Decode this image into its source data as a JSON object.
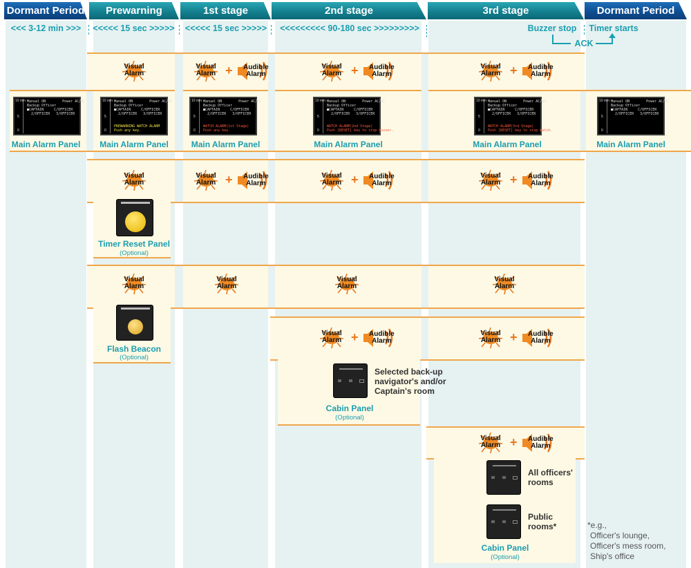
{
  "headers": [
    "Dormant Period",
    "Prewarning",
    "1st stage",
    "2nd stage",
    "3rd stage",
    "Dormant Period"
  ],
  "timings": [
    "<<< 3-12 min >>>",
    "<<<<< 15 sec >>>>>",
    "<<<<< 15 sec >>>>>",
    "<<<<<<<<<  90-180 sec  >>>>>>>>>"
  ],
  "buzzer_stop": "Buzzer stop",
  "timer_starts": "Timer starts",
  "ack": "ACK",
  "visual_alarm": [
    "Visual",
    "Alarm"
  ],
  "audible_alarm": [
    "Audible",
    "Alarm"
  ],
  "plus": "+",
  "main_alarm_panel": "Main Alarm Panel",
  "timer_reset_panel": "Timer Reset Panel",
  "flash_beacon": "Flash Beacon",
  "cabin_panel": "Cabin Panel",
  "optional": "(Optional)",
  "note_selected": [
    "Selected back-up",
    "navigator's and/or",
    "Captain's room"
  ],
  "note_officers": [
    "All officers'",
    "rooms"
  ],
  "note_public": [
    "Public",
    "rooms*"
  ],
  "footnote": [
    "*e.g.,",
    "Officer's lounge,",
    "Officer's mess room,",
    "Ship's office"
  ],
  "screen_text": {
    "top": "Manual ON        Power AC/DC",
    "backup": "Backup Officer",
    "captain": "■CAPTAIN     C/OFFICER",
    "officer": "  2/OFFICER   3/OFFICER",
    "scale_top": "10 min",
    "scale_mid": "5",
    "scale_bot": "0"
  },
  "screen_messages": {
    "prewarning": [
      "PREWARNING WATCH ALARM",
      "Push any key."
    ],
    "stage1": [
      "WATCH ALARM(1st Stage)",
      "Push any key."
    ],
    "stage2": [
      "WATCH ALARM(2nd Stage)",
      "Push [RESET] key to stop buzzer."
    ],
    "stage3": [
      "WATCH ALARM(3rd Stage)",
      "Push [RESET] key to stop Watch."
    ]
  },
  "colors": {
    "header_blue": "#0e4e93",
    "header_teal": "#127d8c",
    "column_bg": "#e6f1f1",
    "band_bg": "#fdf9e4",
    "band_border": "#f0a64a",
    "label_teal": "#1b9db0",
    "alarm_orange": "#e8761f",
    "prewarning_text": "#f2e34a",
    "stage_text": "#ff5a3c"
  },
  "icons": [
    "visual-alarm-icon",
    "audible-alarm-icon",
    "ack-arrow-icon"
  ]
}
